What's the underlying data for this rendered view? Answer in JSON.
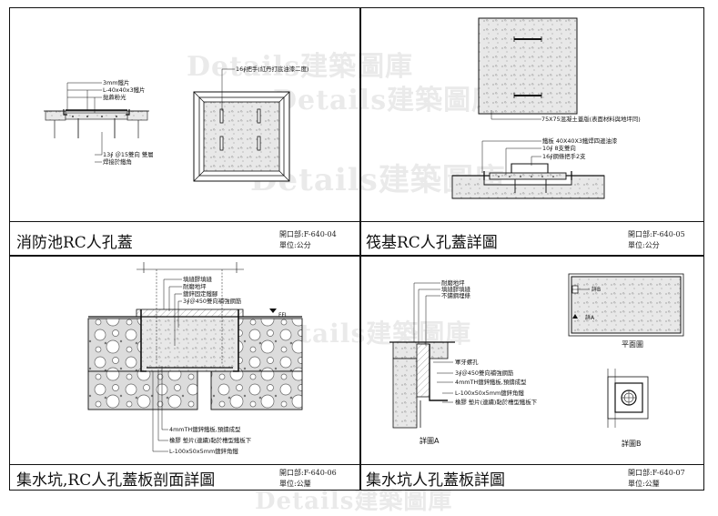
{
  "watermark": "Details建築圖庫",
  "panels": [
    {
      "title": "消防池RC人孔蓋",
      "code": "開口部:F-640-04",
      "unit": "單位:公分",
      "labels": {
        "plate": "3mm鐵片",
        "angle": "L-40x40x3鐵片",
        "finish": "拋蔴粉光",
        "rebar": "13∮ ＠15雙向 雙層",
        "weld": "焊接於鐵角",
        "handle": "16∮把手(紅丹打底油漆二度)"
      }
    },
    {
      "title": "筏基RC人孔蓋詳圖",
      "code": "開口部:F-640-05",
      "unit": "單位:公分",
      "labels": {
        "slab": "75X75混凝土蓋版(表面材料與地坪同)",
        "frame": "鐵板 40X40X3鐵焊四邊油漆",
        "rebar": "10∮ 8支雙向",
        "handle": "16∮鋼條把手2支"
      }
    },
    {
      "title": "集水坑,RC人孔蓋板剖面詳圖",
      "code": "開口部:F-640-06",
      "unit": "單位:公釐",
      "labels": {
        "caulk": "填縫膠填縫",
        "floor": "耐磨地坪",
        "anchor": "鍍鋅固定鐵腳",
        "rebar": "3∮＠450雙向補強鋼筋",
        "fl": "FFL",
        "plate": "4mmTH鍍鋅鐵板,預鑄成型",
        "rubber": "橡膠 墊片(連續)黏於槽型鐵板下",
        "angle": "L-100x50x5mm鍍鋅角鐵"
      }
    },
    {
      "title": "集水坑人孔蓋板詳圖",
      "code": "開口部:F-640-07",
      "unit": "單位:公釐",
      "labels": {
        "floor": "耐磨地坪",
        "caulk": "填縫膠填縫",
        "steel": "不鏽鋼埋條",
        "hole": "軍牙螺孔",
        "rebar": "3∮＠450雙向補強鋼筋",
        "plate": "4mmTH鍍鋅鐵板,預鑄成型",
        "angle": "L-100x50x5mm鍍鋅角鐵",
        "rubber": "橡膠 墊片(連續)黏於槽型鐵板下",
        "detailA": "詳圖A",
        "detailB": "詳圖B",
        "plan": "平面圖",
        "markB": "詳B",
        "markA": "詳A"
      }
    }
  ]
}
